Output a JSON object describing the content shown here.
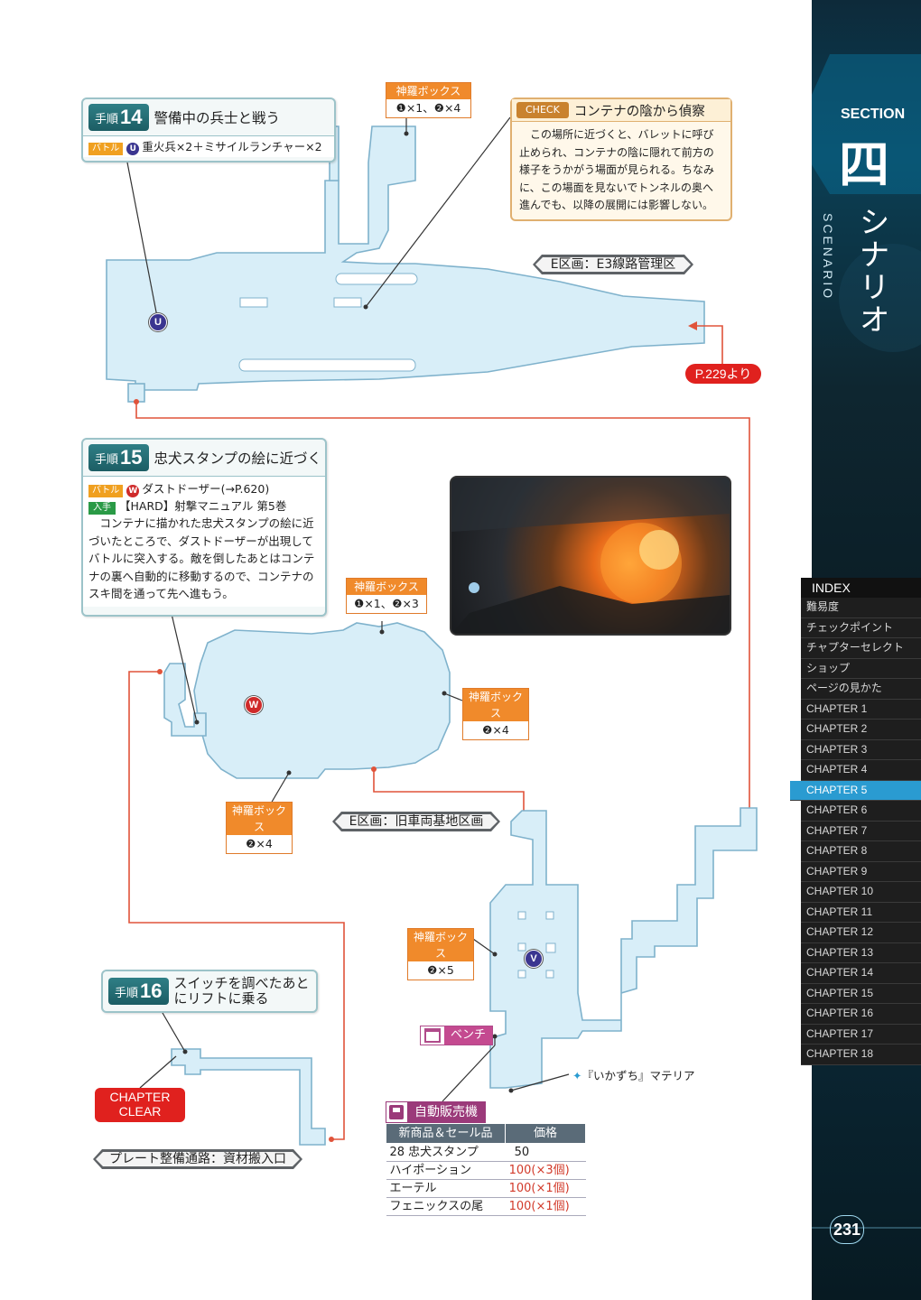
{
  "steps": {
    "s14": {
      "tag": "手順",
      "num": "14",
      "title": "警備中の兵士と戦う",
      "battle_label": "バトル",
      "enemy_letter": "U",
      "battle_text": "重火兵×2＋ミサイルランチャー×2"
    },
    "s15": {
      "tag": "手順",
      "num": "15",
      "title": "忠犬スタンプの絵に近づく",
      "battle_label": "バトル",
      "enemy_letter": "W",
      "battle_text": "ダストドーザー(→P.620)",
      "get_label": "入手",
      "get_text": "【HARD】射撃マニュアル 第5巻",
      "desc": "コンテナに描かれた忠犬スタンプの絵に近づいたところで、ダストドーザーが出現してバトルに突入する。敵を倒したあとはコンテナの裏へ自動的に移動するので、コンテナのスキ間を通って先へ進もう。"
    },
    "s16": {
      "tag": "手順",
      "num": "16",
      "title_line1": "スイッチを調べたあと",
      "title_line2": "にリフトに乗る"
    }
  },
  "check": {
    "label": "CHECK",
    "title": "コンテナの陰から偵察",
    "text": "この場所に近づくと、バレットに呼び止められ、コンテナの陰に隠れて前方の様子をうかがう場面が見られる。ちなみに、この場面を見ないでトンネルの奥へ進んでも、以降の展開には影響しない。"
  },
  "chests": [
    {
      "header": "神羅ボックス",
      "body": "❶×1、❷×4"
    },
    {
      "header": "神羅ボックス",
      "body": "❶×1、❷×3"
    },
    {
      "header": "神羅ボックス",
      "body": "❷×4"
    },
    {
      "header": "神羅ボックス",
      "body": "❷×4"
    },
    {
      "header": "神羅ボックス",
      "body": "❷×5"
    }
  ],
  "areas": {
    "a1": "E区画：E3線路管理区",
    "a2": "E区画：旧車両基地区画",
    "a3": "プレート整備通路：資材搬入口"
  },
  "buttons": {
    "from_page": "P.229より",
    "chapter_clear_1": "CHAPTER",
    "chapter_clear_2": "CLEAR"
  },
  "markers": {
    "u": "U",
    "w": "W",
    "v": "V"
  },
  "bench": "ベンチ",
  "materia": "『いかずち』マテリア",
  "vending": {
    "title": "自動販売機",
    "headers": [
      "新商品＆セール品",
      "価格"
    ],
    "rows": [
      {
        "item": "28 忠犬スタンプ",
        "price": "50"
      },
      {
        "item": "ハイポーション",
        "price": "100(×3個)"
      },
      {
        "item": "エーテル",
        "price": "100(×1個)"
      },
      {
        "item": "フェニックスの尾",
        "price": "100(×1個)"
      }
    ]
  },
  "sidebar": {
    "section_label": "SECTION",
    "section_kanji": "四",
    "title_ja": "シナリオ",
    "title_en": "SCENARIO",
    "index_title": "INDEX",
    "items": [
      "難易度",
      "チェックポイント",
      "チャプターセレクト",
      "ショップ",
      "ページの見かた",
      "CHAPTER 1",
      "CHAPTER 2",
      "CHAPTER 3",
      "CHAPTER 4",
      "CHAPTER 5",
      "CHAPTER 6",
      "CHAPTER 7",
      "CHAPTER 8",
      "CHAPTER 9",
      "CHAPTER 10",
      "CHAPTER 11",
      "CHAPTER 12",
      "CHAPTER 13",
      "CHAPTER 14",
      "CHAPTER 15",
      "CHAPTER 16",
      "CHAPTER 17",
      "CHAPTER 18"
    ],
    "active": "CHAPTER 5",
    "page_number": "231"
  },
  "colors": {
    "route": "#e0533a",
    "map_fill": "#d8eef8",
    "index_active": "#2a9bd1",
    "clear_red": "#e0211e"
  }
}
